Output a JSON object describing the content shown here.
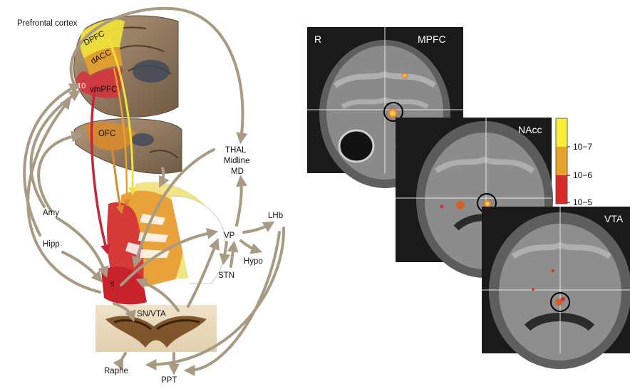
{
  "figure": {
    "left": {
      "title": "Prefrontal cortex",
      "regions": {
        "dpfc": "DPFC",
        "dacc": "dACC",
        "area10": "10",
        "vmpfc": "vmPFC",
        "ofc": "OFC"
      },
      "nuclei": {
        "thal_line1": "THAL",
        "thal_line2": "Midline",
        "thal_line3": "MD",
        "amy": "Amy",
        "hipp": "Hipp",
        "vp": "VP",
        "lhb": "LHb",
        "hypo": "Hypo",
        "stn": "STN",
        "s": "s",
        "snvta": "SN/VTA",
        "raphe": "Raphe",
        "ppt": "PPT"
      },
      "region_colors": {
        "dpfc": "#f2e23a",
        "dacc": "#e7a12c",
        "vmpfc": "#d3343c",
        "ofc": "#d88a2e",
        "arrow": "#a89a83"
      }
    },
    "right": {
      "panels": {
        "mpfc": {
          "side_label": "R",
          "title": "MPFC"
        },
        "nacc": {
          "title": "NAcc"
        },
        "vta": {
          "title": "VTA"
        }
      },
      "colorbar": {
        "ticks": [
          "10−7",
          "10−6",
          "10−5"
        ],
        "colors": [
          "#f6ee3a",
          "#e9a22c",
          "#d62c2c"
        ]
      }
    }
  }
}
